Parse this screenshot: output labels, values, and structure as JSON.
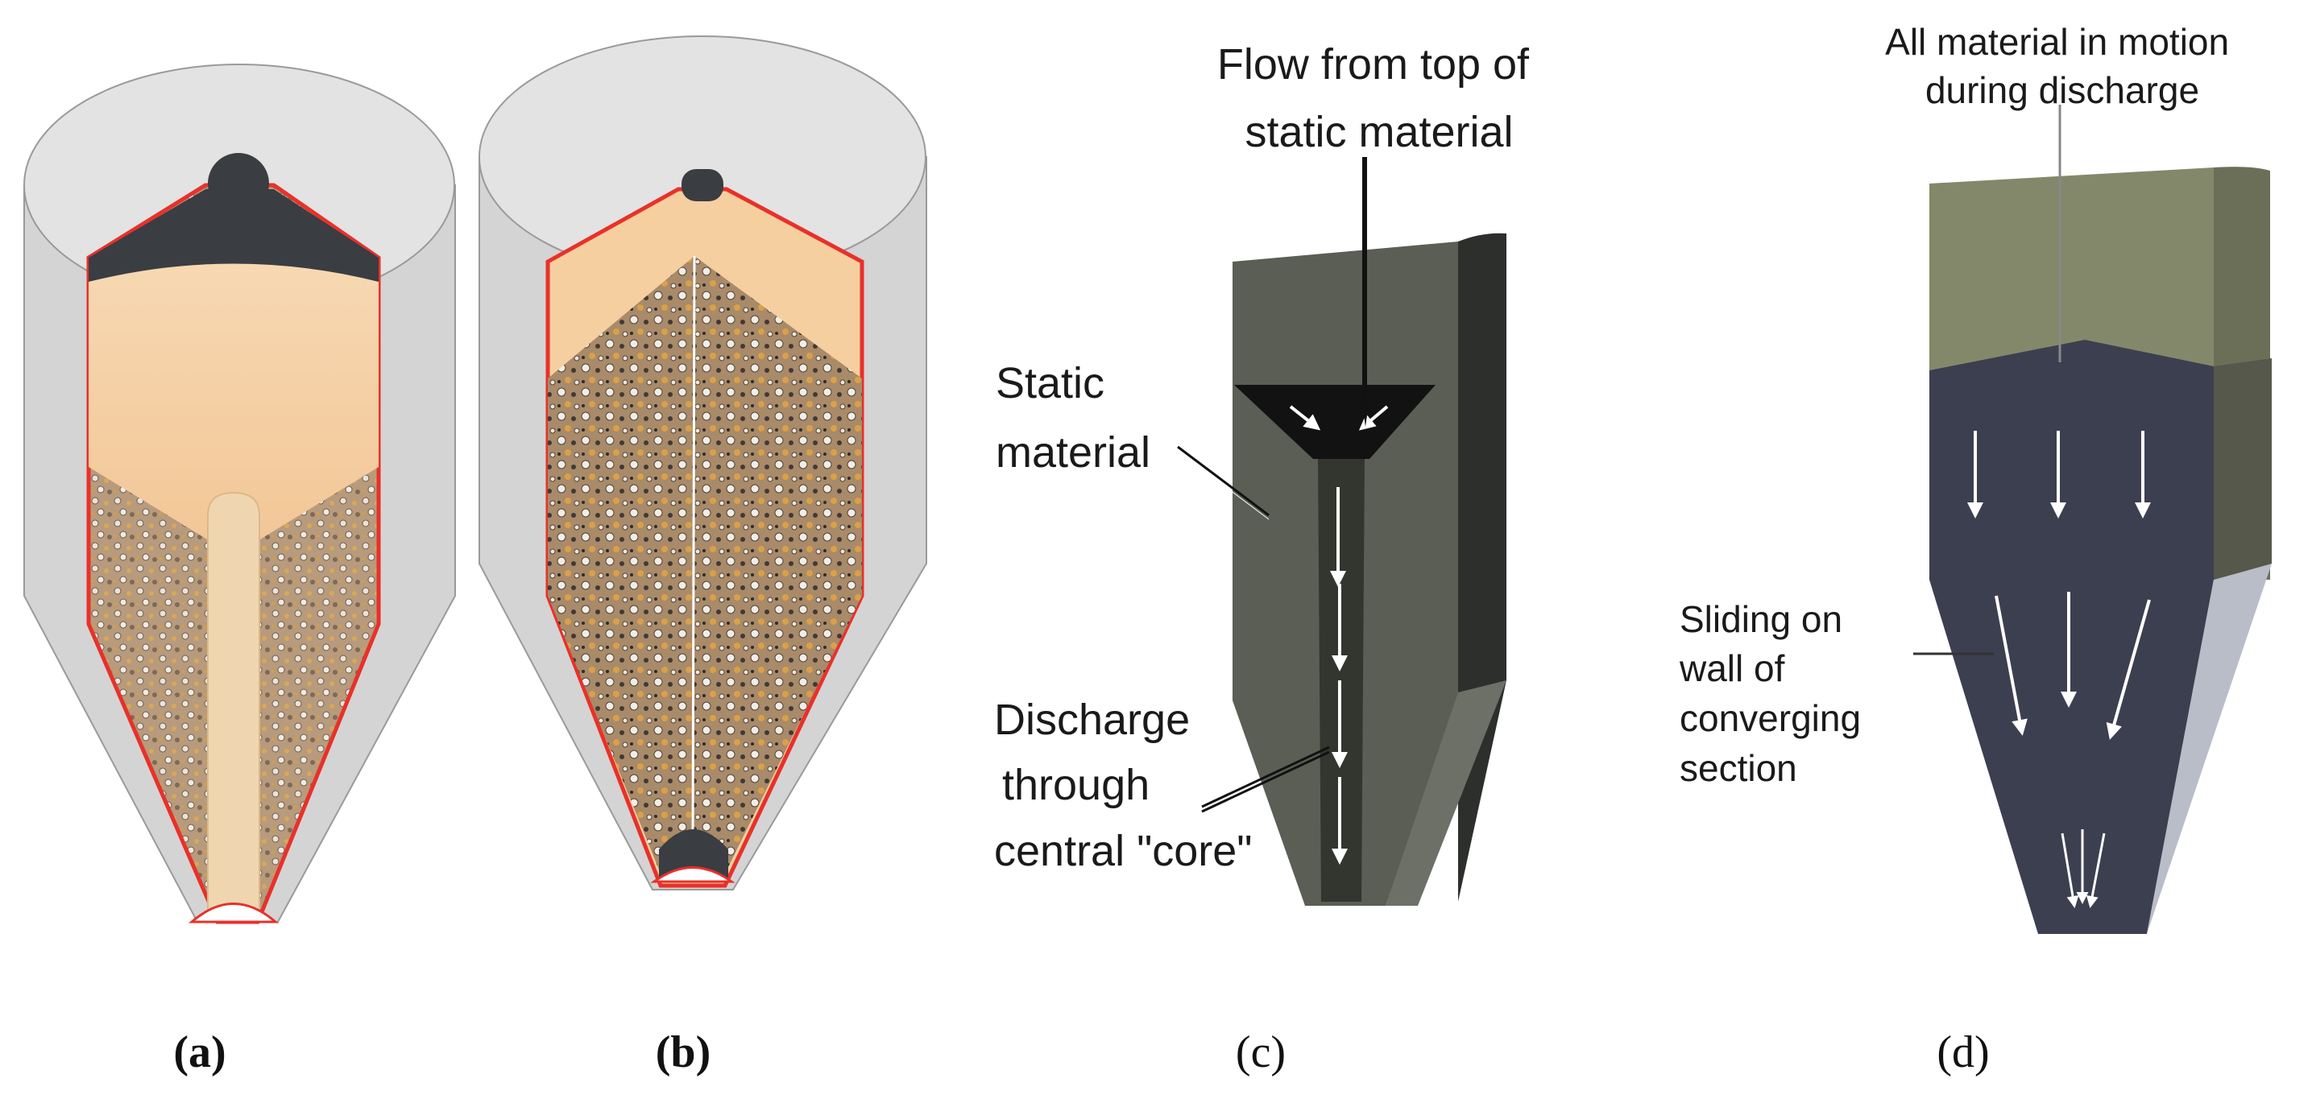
{
  "colors": {
    "silo_gray": "#d3d3d3",
    "silo_light": "#e6e6e6",
    "red_outline": "#e8312a",
    "bulk_peach": "#f6d5ae",
    "dark_cap": "#3a3d42",
    "olive_dark": "#5a5e55",
    "navy_bulk": "#3c3f50"
  },
  "panels": [
    {
      "caption_open": "(",
      "caption_letter": "a",
      "caption_close": ")",
      "caption_bold": true
    },
    {
      "caption_open": "(",
      "caption_letter": "b",
      "caption_close": ")",
      "caption_bold": true
    },
    {
      "caption_open": "(",
      "caption_letter": "c",
      "caption_close": ")",
      "caption_bold": false,
      "labels": {
        "flow_top_line1": "Flow from top of",
        "flow_top_line2": "static material",
        "static_line1": "Static",
        "static_line2": "material",
        "discharge_line1": "Discharge",
        "discharge_line2": "through",
        "discharge_line3": "central \"core\""
      }
    },
    {
      "caption_open": "(",
      "caption_letter": "d",
      "caption_close": ")",
      "caption_bold": false,
      "labels": {
        "all_line1": "All material in motion",
        "all_line2": "during discharge",
        "sliding_line1": "Sliding on",
        "sliding_line2": "wall of",
        "sliding_line3": "converging",
        "sliding_line4": "section"
      }
    }
  ]
}
